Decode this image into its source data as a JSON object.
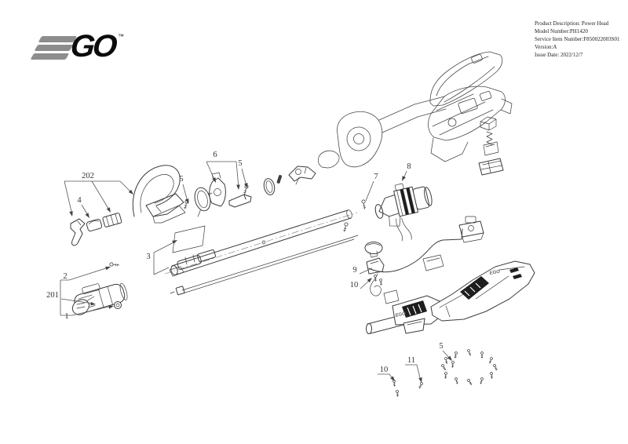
{
  "logo": {
    "brand": "EGO",
    "go_text": "GO",
    "trademark": "™",
    "bar_color": "#8d8d8d",
    "text_color": "#0c0c0c"
  },
  "product_info": {
    "lines": [
      "Product Description: Power Head",
      "Model Number:PH1420",
      "Service Item Number:F850022003S01",
      "Version:A",
      "Issue Date: 2022/12/7"
    ]
  },
  "diagram": {
    "type": "exploded-parts-diagram",
    "body_marking": "EGO",
    "callouts": [
      {
        "label": "202",
        "part": "auxiliary-handle-group"
      },
      {
        "label": "4",
        "part": "handle-cap"
      },
      {
        "label": "5",
        "part": "handle-screw"
      },
      {
        "label": "6",
        "part": "clamp-and-lever"
      },
      {
        "label": "5",
        "part": "clamp-screw"
      },
      {
        "label": "3",
        "part": "shaft-tube-assembly"
      },
      {
        "label": "2",
        "part": "coupler-screw"
      },
      {
        "label": "201",
        "part": "coupler-lever"
      },
      {
        "label": "1",
        "part": "coupler-washer"
      },
      {
        "label": "7",
        "part": "motor-screw"
      },
      {
        "label": "8",
        "part": "motor-assembly"
      },
      {
        "label": "9",
        "part": "switch-harness"
      },
      {
        "label": "10",
        "part": "harness-screws"
      },
      {
        "label": "10",
        "part": "housing-screw"
      },
      {
        "label": "11",
        "part": "housing-screw-long"
      },
      {
        "label": "5",
        "part": "screw-set"
      }
    ]
  }
}
